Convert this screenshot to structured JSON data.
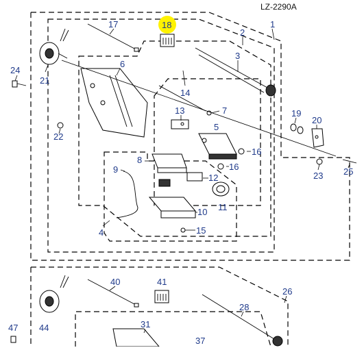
{
  "diagram": {
    "model": "LZ-2290A",
    "highlight_color": "#fff200",
    "label_color": "#1f3a8a",
    "callouts": {
      "c1": "1",
      "c2": "2",
      "c3": "3",
      "c4": "4",
      "c5": "5",
      "c6": "6",
      "c7": "7",
      "c8": "8",
      "c9": "9",
      "c10": "10",
      "c11": "11",
      "c12": "12",
      "c13": "13",
      "c14": "14",
      "c15": "15",
      "c16a": "16",
      "c16b": "16",
      "c17": "17",
      "c18": "18",
      "c19": "19",
      "c20": "20",
      "c21": "21",
      "c22": "22",
      "c23": "23",
      "c24": "24",
      "c25": "25",
      "c26": "26",
      "c28": "28",
      "c31": "31",
      "c37": "37",
      "c40": "40",
      "c41": "41",
      "c44": "44",
      "c47": "47"
    }
  }
}
